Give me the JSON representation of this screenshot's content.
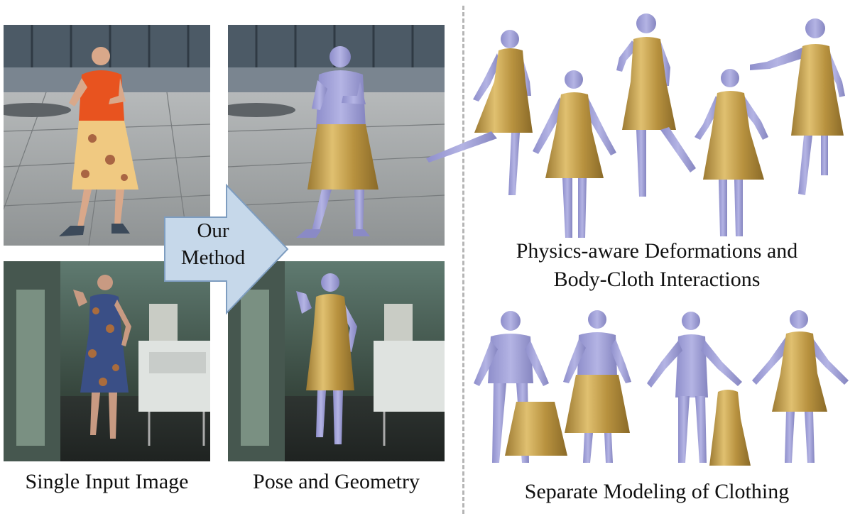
{
  "captions": {
    "single_input": "Single Input Image",
    "pose_geometry": "Pose and Geometry",
    "physics_line1": "Physics-aware Deformations and",
    "physics_line2": "Body-Cloth Interactions",
    "separate": "Separate Modeling of Clothing"
  },
  "arrow": {
    "line1": "Our",
    "line2": "Method"
  },
  "colors": {
    "body": "#a9a9dc",
    "cloth": "#c8a455",
    "arrow_fill": "#c6d8ea",
    "arrow_stroke": "#7e9dc0",
    "shirt": "#e8531f",
    "skirt": "#f0c981",
    "dress": "#3a4f86"
  }
}
